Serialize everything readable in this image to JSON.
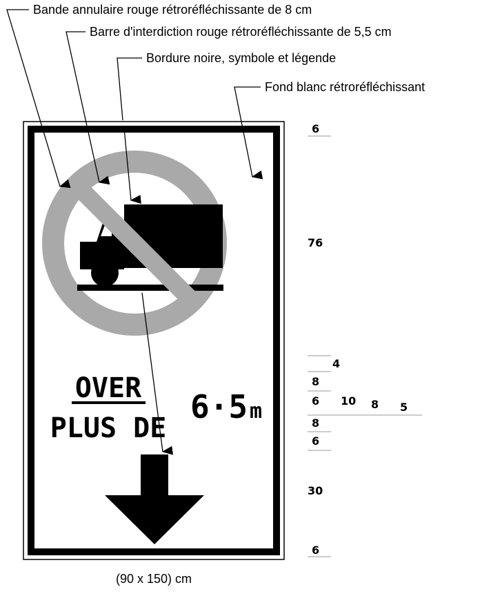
{
  "callouts": {
    "ring": "Bande annulaire rouge rétroréfléchissante de 8 cm",
    "bar": "Barre d'interdiction rouge rétroréfléchissante de 5,5 cm",
    "border": "Bordure noire, symbole et légende",
    "background": "Fond blanc rétroréfléchissant"
  },
  "sign": {
    "legend_top": "OVER",
    "legend_bottom": "PLUS DE",
    "height_value": "6·5",
    "height_unit": "m"
  },
  "dimensions": {
    "top_margin": "6",
    "symbol": "76",
    "gap": "4",
    "legend_a": "8",
    "legend_b": "6",
    "legend_c": "8",
    "legend_d": "6",
    "h1": "10",
    "h2": "8",
    "h3": "5",
    "arrow": "30",
    "bottom_margin": "6"
  },
  "caption": "(90 x 150) cm",
  "colors": {
    "ring": "#a9a9a9",
    "border": "#000000",
    "background": "#ffffff"
  }
}
